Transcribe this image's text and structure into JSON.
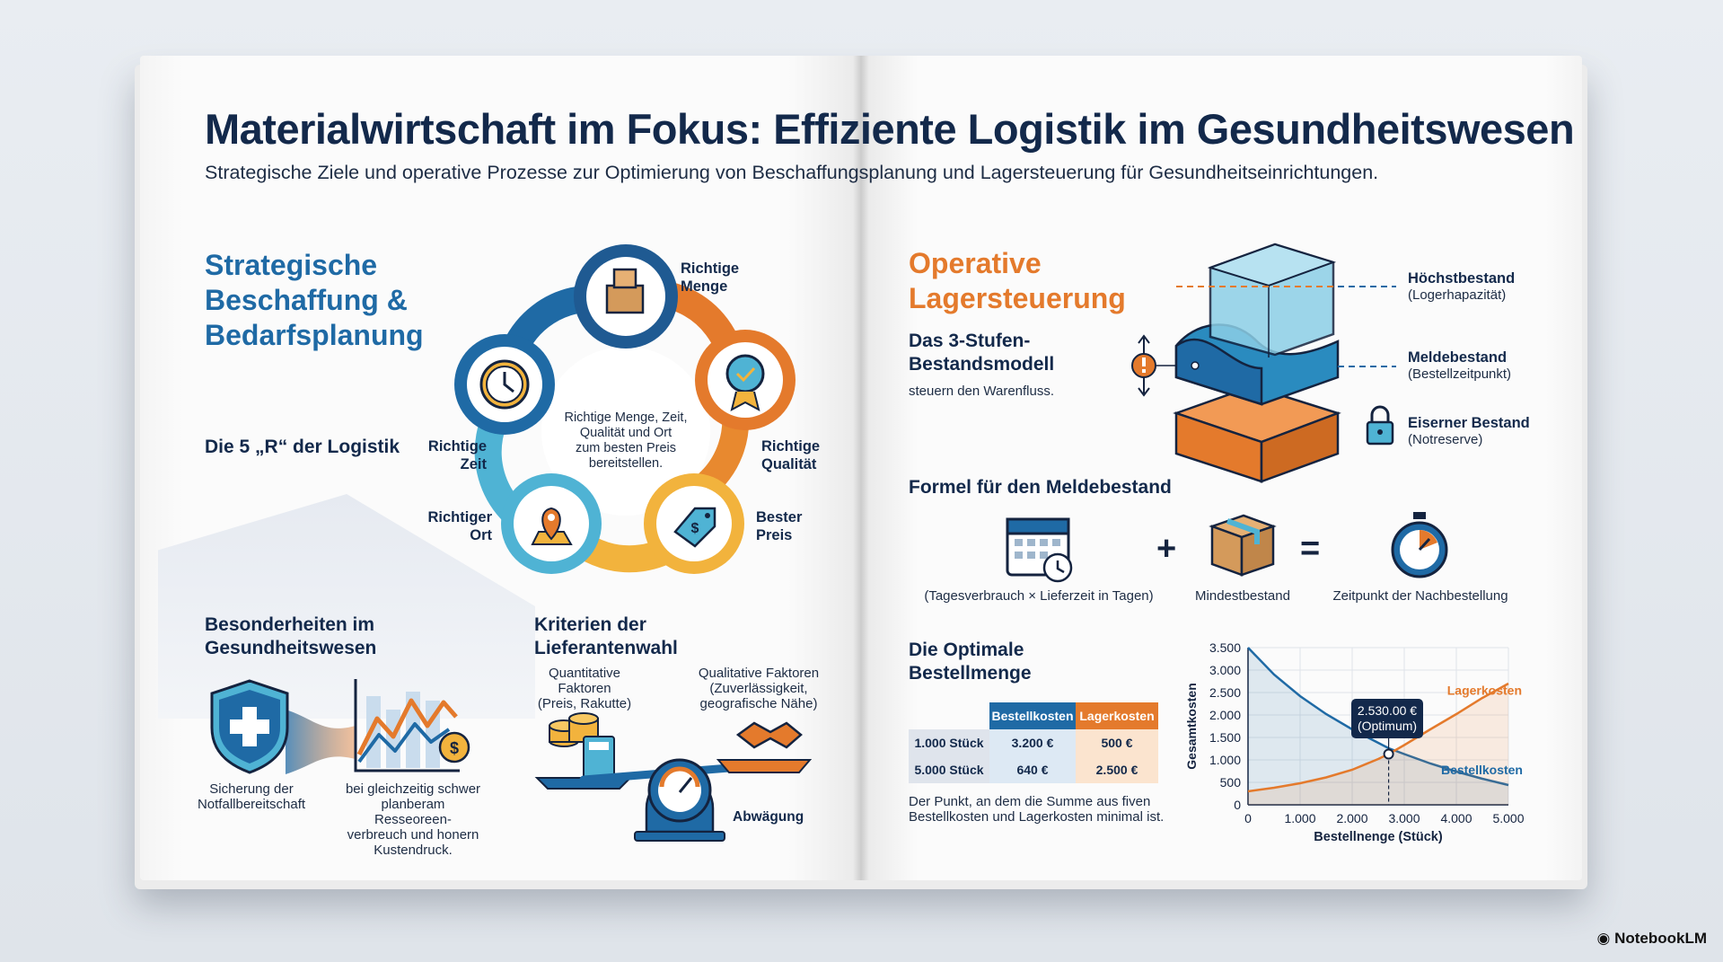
{
  "header": {
    "title": "Materialwirtschaft im Fokus: Effiziente Logistik im Gesundheitswesen",
    "subtitle": "Strategische Ziele und operative Prozesse zur Optimierung von Beschaffungsplanung und Lagersteuerung für Gesundheitseinrichtungen."
  },
  "left": {
    "heading": [
      "Strategische",
      "Beschaffung &",
      "Bedarfsplanung"
    ],
    "five_r_label": "Die 5 „R“ der Logistik",
    "cycle_center": [
      "Richtige Menge, Zeit,",
      "Qualität und Ort",
      "zum besten Preis",
      "bereitstellen."
    ],
    "cycle_items": {
      "menge": [
        "Richtige",
        "Menge"
      ],
      "qualitaet": [
        "Richtige",
        "Qualität"
      ],
      "preis": [
        "Bester",
        "Preis"
      ],
      "ort": [
        "Richtiger",
        "Ort"
      ],
      "zeit": [
        "Richtige",
        "Zeit"
      ]
    },
    "besonderheiten": {
      "heading": [
        "Besonderheiten im",
        "Gesundheitswesen"
      ],
      "caption_left": [
        "Sicherung der",
        "Notfallbereitschaft"
      ],
      "caption_right": [
        "bei gleichzeitig schwer",
        "planberam Resseoreen-",
        "verbreuch und honern",
        "Kustendruck."
      ]
    },
    "kriterien": {
      "heading": [
        "Kriterien der",
        "Lieferantenwahl"
      ],
      "quantitativ": [
        "Quantitative",
        "Faktoren",
        "(Preis, Rakutte)"
      ],
      "qualitativ": [
        "Qualitative Faktoren",
        "(Zuverlässigkeit,",
        "geografische Nähe)"
      ],
      "abwaegung": "Abwägung"
    }
  },
  "right": {
    "heading": [
      "Operative",
      "Lagersteuerung"
    ],
    "model_title": [
      "Das 3-Stufen-",
      "Bestandsmodell"
    ],
    "model_sub": "steuern den Warenfluss.",
    "levels": [
      {
        "name": "Höchstbestand",
        "sub": "(Logerhapazität)"
      },
      {
        "name": "Meldebestand",
        "sub": "(Bestellzeitpunkt)"
      },
      {
        "name": "Eiserner Bestand",
        "sub": "(Notreserve)"
      }
    ],
    "formula": {
      "heading": "Formel für den Meldebestand",
      "term1": "(Tagesverbrauch × Lieferzeit in Tagen)",
      "plus": "+",
      "term2": "Mindestbestand",
      "equals": "=",
      "result": "Zeitpunkt der Nachbestellung"
    },
    "optimal": {
      "heading": [
        "Die Optimale",
        "Bestellmenge"
      ],
      "table": {
        "headers": [
          "Bestellkosten",
          "Lagerkosten"
        ],
        "rows": [
          {
            "label": "1.000 Stück",
            "bestell": "3.200 €",
            "lager": "500 €"
          },
          {
            "label": "5.000 Stück",
            "bestell": "640 €",
            "lager": "2.500 €"
          }
        ]
      },
      "note": [
        "Der Punkt, an dem die Summe aus fiven",
        "Bestellkosten und Lagerkosten minimal ist."
      ],
      "callout": [
        "2.530.00 €",
        "(Optimum)"
      ]
    }
  },
  "chart_data": {
    "type": "line",
    "title": "",
    "xlabel": "Bestellnenge (Stück)",
    "ylabel": "Gesamtkosten",
    "xlim": [
      0,
      5000
    ],
    "ylim": [
      0,
      3500
    ],
    "x_ticks": [
      "0",
      "1.000",
      "2.000",
      "3.000",
      "4.000",
      "5.000"
    ],
    "y_ticks": [
      "0",
      "500",
      "1.000",
      "1.500",
      "2.000",
      "2.500",
      "3.000",
      "3.500"
    ],
    "grid": true,
    "series": [
      {
        "name": "Bestellkosten",
        "color": "#1f6aa5",
        "x": [
          0,
          500,
          1000,
          1500,
          2000,
          2500,
          2700,
          3000,
          3500,
          4000,
          4500,
          5000
        ],
        "values": [
          3500,
          2900,
          2420,
          2020,
          1680,
          1380,
          1260,
          1130,
          920,
          740,
          580,
          440
        ]
      },
      {
        "name": "Lagerkosten",
        "color": "#e47a2c",
        "x": [
          0,
          500,
          1000,
          1500,
          2000,
          2500,
          2700,
          3000,
          3500,
          4000,
          4500,
          5000
        ],
        "values": [
          300,
          380,
          480,
          610,
          780,
          1020,
          1130,
          1330,
          1680,
          2020,
          2380,
          2700
        ]
      }
    ],
    "optimum": {
      "x": 2700,
      "y": 1130
    }
  },
  "brand": "NotebookLM",
  "colors": {
    "navy": "#13294b",
    "blue": "#1f6aa5",
    "orange": "#e47a2c",
    "yellow": "#f2b33d",
    "teal": "#4fb3d4"
  }
}
